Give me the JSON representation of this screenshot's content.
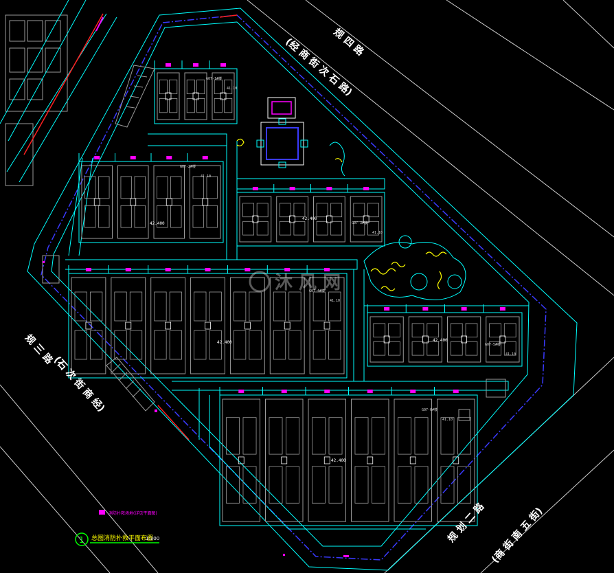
{
  "colors": {
    "background": "#000000",
    "cyan": "#00ffff",
    "gray": "#9a9a9a",
    "white": "#ffffff",
    "magenta": "#ff00ff",
    "yellow": "#ffff00",
    "blue": "#3a3aff",
    "red": "#ff2020",
    "green": "#00ff00"
  },
  "roads": {
    "north_main": "规 四 路",
    "north_sub": "(经 商 街 次 石 路)",
    "west_main": "规 三 路",
    "west_sub": "(石 次 街 商 经)",
    "southeast_main": "规 划 二 路",
    "southeast_sub": "(商 街 南 五 街)"
  },
  "watermark": "沐 风 网",
  "legend": {
    "text": "消防扑救场地(详见平面图)"
  },
  "title": {
    "number": "1",
    "text": "总图消防扑救平面布置",
    "scale": "1:300"
  },
  "buildings": [
    {
      "id": "b1",
      "code": "G07-1#楼",
      "elev": "41.10"
    },
    {
      "id": "b2",
      "code": "G07-2#楼",
      "elev": "41.10"
    },
    {
      "id": "b3",
      "code": "G07-3#楼",
      "elev": "41.10"
    },
    {
      "id": "b4",
      "code": "G07-4#楼",
      "elev": "41.10"
    },
    {
      "id": "b5",
      "code": "G07-5#楼",
      "elev": "41.10"
    },
    {
      "id": "b6",
      "code": "G07-6#楼",
      "elev": "41.10"
    }
  ],
  "elevations": [
    "42.400",
    "42.400",
    "42.400",
    "42.400",
    "42.400"
  ]
}
